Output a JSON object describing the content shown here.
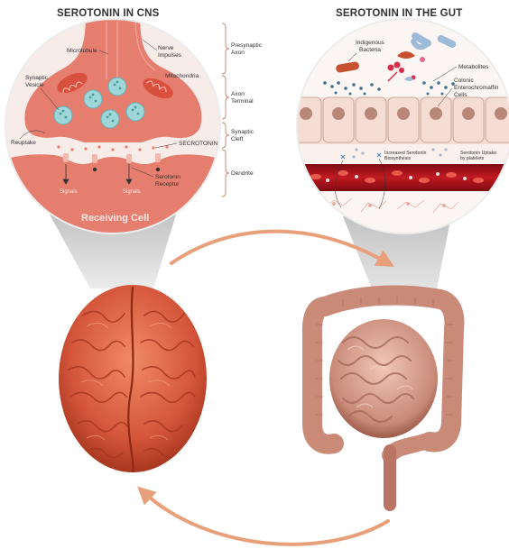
{
  "titles": {
    "cns": "SEROTONIN IN CNS",
    "gut": "SEROTONIN IN THE GUT"
  },
  "cns": {
    "microtubule": "Microtubule",
    "nerve_impulses_1": "Nerve",
    "nerve_impulses_2": "Impulses",
    "synaptic_vesicle_1": "Synaptic",
    "synaptic_vesicle_2": "Vesicle",
    "mitochondria": "Mitochondria",
    "reuptake": "Reuptake",
    "serotonin": "SECROTONIN",
    "serotonin_receptor_1": "Serotonin",
    "serotonin_receptor_2": "Receptor",
    "signals_left": "Signals",
    "signals_right": "Signals",
    "receiving_cell": "Receiving Cell"
  },
  "regions": {
    "presynaptic_1": "Presynaptic",
    "presynaptic_2": "Axon",
    "axon_terminal_1": "Axon",
    "axon_terminal_2": "Terminal",
    "synaptic_cleft_1": "Synaptic",
    "synaptic_cleft_2": "Cleft",
    "dendrite": "Dendrite"
  },
  "gut": {
    "indigenous_1": "Indigenous",
    "indigenous_2": "Bacteria",
    "metabolites": "Metabolites",
    "colonic_1": "Colonic",
    "colonic_2": "Enterochromaffin",
    "colonic_3": "Cells",
    "biosynthesis_1": "Increased Serotonin",
    "biosynthesis_2": "Biosynthesis",
    "uptake_1": "Serotonin Uptake",
    "uptake_2": "by platelets"
  },
  "colors": {
    "neuron": "#e57e6f",
    "neuron_light": "#f3b7ab",
    "circle_bg": "#f8ece9",
    "vesicle": "#9fd6d8",
    "mitochondria": "#d9503f",
    "arrow": "#e8a07a",
    "blood": "#b3121e",
    "brain": "#d8593a",
    "gut": "#d9a294"
  }
}
